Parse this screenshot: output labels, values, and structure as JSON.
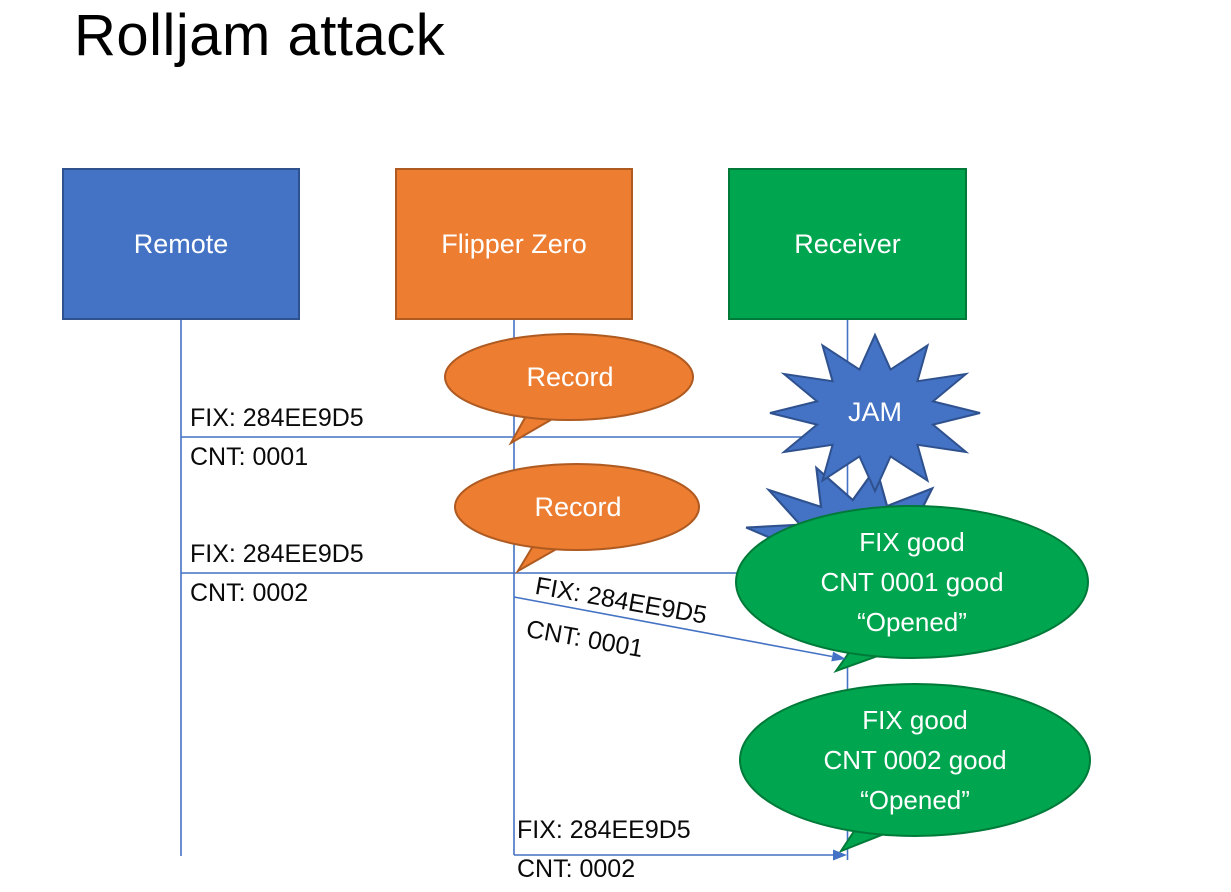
{
  "title": "Rolljam attack",
  "actors": [
    {
      "name": "Remote"
    },
    {
      "name": "Flipper Zero"
    },
    {
      "name": "Receiver"
    }
  ],
  "transmissions": [
    {
      "fix": "FIX: 284EE9D5",
      "cnt": "CNT: 0001",
      "from": "Remote",
      "to": "Receiver"
    },
    {
      "fix": "FIX: 284EE9D5",
      "cnt": "CNT: 0002",
      "from": "Remote",
      "to": "Receiver"
    },
    {
      "fix": "FIX: 284EE9D5",
      "cnt": "CNT: 0001",
      "from": "Flipper Zero",
      "to": "Receiver"
    },
    {
      "fix": "FIX: 284EE9D5",
      "cnt": "CNT: 0002",
      "from": "Flipper Zero",
      "to": "Receiver"
    }
  ],
  "callouts": {
    "record_1": "Record",
    "record_2": "Record",
    "jam": "JAM",
    "receiver_1": {
      "line1": "FIX good",
      "line2": "CNT 0001 good",
      "line3": "“Opened”"
    },
    "receiver_2": {
      "line1": "FIX good",
      "line2": "CNT 0002 good",
      "line3": "“Opened”"
    }
  },
  "colors": {
    "remote_blue": "#4472C4",
    "flipper_orange": "#ED7D31",
    "receiver_green": "#00A64F",
    "line_blue": "#4472C4"
  }
}
